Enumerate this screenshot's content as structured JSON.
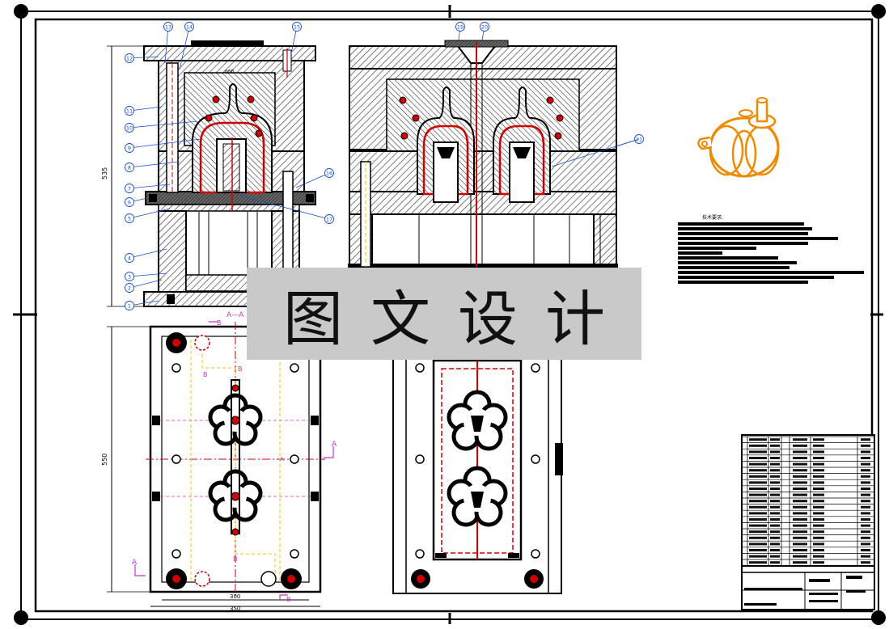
{
  "watermark": {
    "text": "图文设计"
  },
  "section_label": "A—A",
  "section_marks": [
    "A",
    "A",
    "A",
    "B",
    "B",
    "B",
    "B",
    "B"
  ],
  "dimensions": {
    "height_top": "535",
    "height_bottom": "550",
    "width_inner": "300",
    "width_outer": "350",
    "cavity": "φ66"
  },
  "part_numbers": [
    "1",
    "2",
    "3",
    "4",
    "5",
    "6",
    "7",
    "8",
    "9",
    "10",
    "11",
    "12",
    "13",
    "14",
    "15",
    "16",
    "17",
    "19",
    "20",
    "21"
  ],
  "technical_notes": {
    "title": "技术要求:",
    "line_fracs": [
      0.68,
      0.72,
      0.7,
      0.86,
      0.7,
      0.42,
      0.24,
      0.54,
      0.64,
      0.6,
      1.0,
      0.84,
      0.7
    ]
  },
  "colors": {
    "line": "#000000",
    "hatch": "#444444",
    "cavity_red": "#d00000",
    "annotation_blue": "#1a4fd0",
    "dim_magenta": "#cc33cc",
    "center_yellow": "#e6c800",
    "render_orange": "#f08a00",
    "watermark_bg": "#c9c9c9"
  }
}
